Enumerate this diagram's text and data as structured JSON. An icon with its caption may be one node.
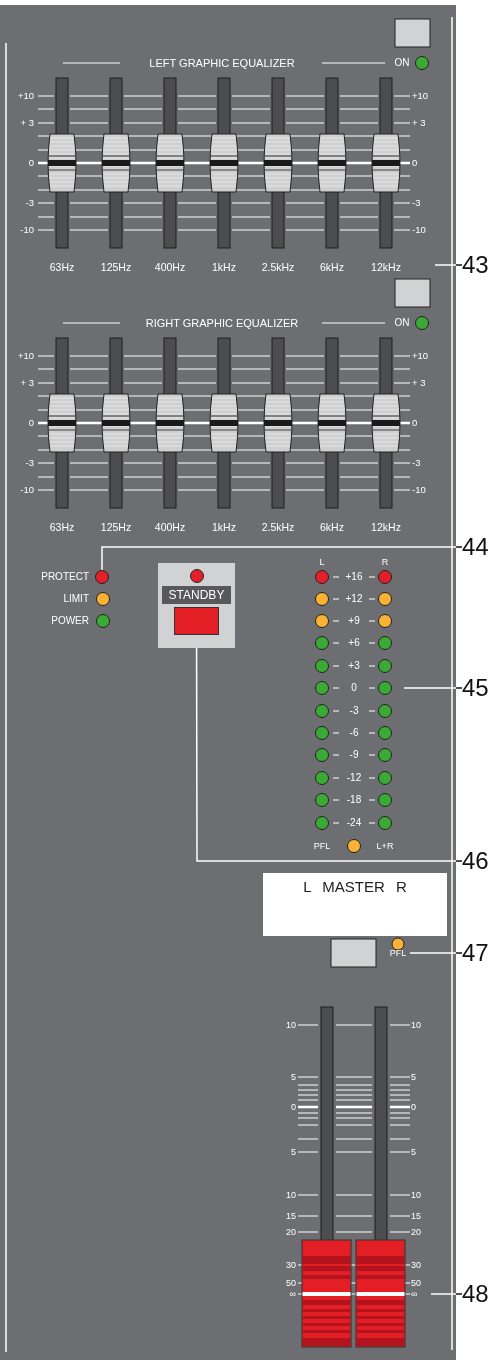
{
  "diagram": {
    "nodes": [
      {
        "text": [
          "43"
        ]
      },
      {
        "text": [
          "44"
        ]
      },
      {
        "text": [],
        "shape": "circle"
      },
      {
        "text": [
          "STANDBY"
        ]
      },
      {
        "text": [
          "45"
        ]
      },
      {
        "text": [
          "46"
        ]
      },
      {
        "text": [
          "L MASTER R"
        ]
      },
      {
        "text": [
          "PFL"
        ]
      },
      {
        "text": [
          "47"
        ]
      },
      {
        "text": [
          "48"
        ]
      }
    ],
    "edges": [
      {
        "from": 0,
        "to": null,
        "arrow": "none"
      },
      {
        "from": 1,
        "to": 2,
        "arrow": "none"
      },
      {
        "from": 4,
        "to": null,
        "arrow": "none"
      },
      {
        "from": 5,
        "to": 3,
        "arrow": "none"
      },
      {
        "from": 8,
        "to": 7,
        "arrow": "none"
      },
      {
        "from": 9,
        "to": null,
        "arrow": "none"
      }
    ],
    "labels": [
      "LEFT GRAPHIC EQUALIZER",
      "ON",
      "+10",
      "+10",
      "+ 3",
      "+ 3",
      "0",
      "0",
      "-3",
      "-3",
      "-10",
      "-10",
      "63Hz",
      "125Hz",
      "400Hz",
      "1kHz",
      "2.5kHz",
      "6kHz",
      "12kHz",
      "RIGHT GRAPHIC EQUALIZER",
      "ON",
      "+10",
      "+10",
      "+ 3",
      "+ 3",
      "0",
      "0",
      "-3",
      "-3",
      "-10",
      "-10",
      "63Hz",
      "125Hz",
      "400Hz",
      "1kHz",
      "2.5kHz",
      "6kHz",
      "12kHz",
      "L",
      "R",
      "PROTECT",
      "+16",
      "LIMIT",
      "+12",
      "POWER",
      "+9",
      "+6",
      "+3",
      "0",
      "-3",
      "-6",
      "-9",
      "-12",
      "-18",
      "-24",
      "PFL",
      "L+R",
      "10",
      "10",
      "5",
      "5",
      "0",
      "0",
      "5",
      "5",
      "10",
      "10",
      "15",
      "15",
      "20",
      "20",
      "30",
      "30",
      "50",
      "50",
      "∞",
      "∞"
    ]
  }
}
